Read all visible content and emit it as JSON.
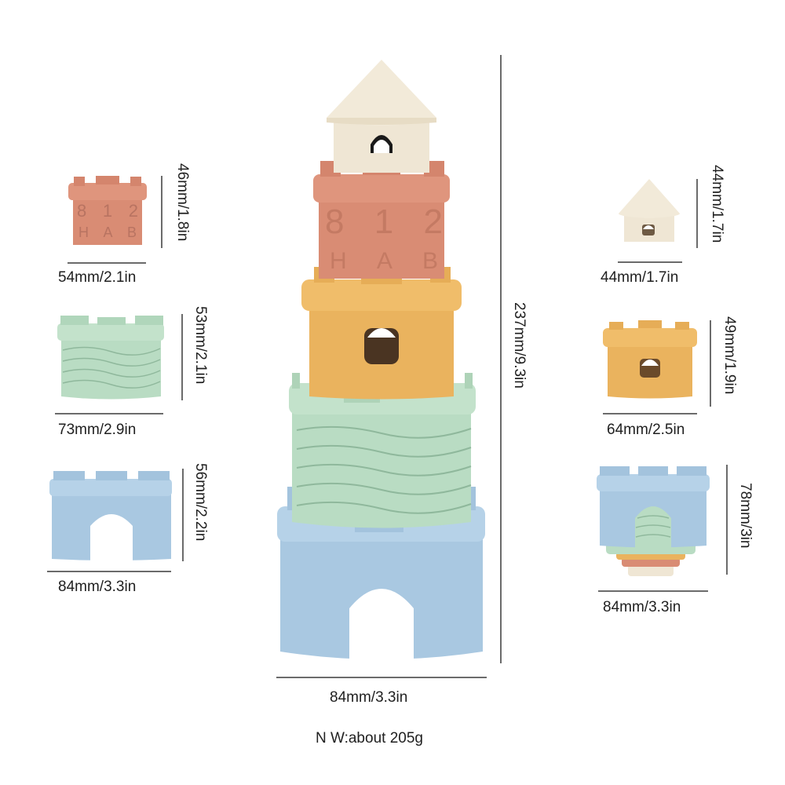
{
  "product": {
    "name": "Stacking castle tower toy",
    "net_weight": "N W:about 205g"
  },
  "colors": {
    "cream": "#efe6d4",
    "terracotta": "#d98c74",
    "mustard": "#eab35e",
    "mint": "#b9dcc3",
    "blue": "#a9c8e1",
    "line": "#6b6b6b",
    "background": "#ffffff"
  },
  "assembled_tower": {
    "height_label": "237mm/9.3in",
    "width_label": "84mm/3.3in",
    "pieces_top_to_bottom": [
      "cream roof",
      "terracotta tower",
      "mustard tower",
      "mint tower",
      "blue base"
    ],
    "embossed_numbers": [
      "8",
      "1",
      "2"
    ],
    "embossed_letters": [
      "H",
      "A",
      "B"
    ]
  },
  "left_pieces": [
    {
      "color": "terracotta",
      "height_label": "46mm/1.8in",
      "width_label": "54mm/2.1in",
      "numbers": [
        "8",
        "1",
        "2"
      ],
      "letters": [
        "H",
        "A",
        "B"
      ]
    },
    {
      "color": "mint",
      "height_label": "53mm/2.1in",
      "width_label": "73mm/2.9in"
    },
    {
      "color": "blue",
      "height_label": "56mm/2.2in",
      "width_label": "84mm/3.3in"
    }
  ],
  "right_pieces": [
    {
      "color": "cream",
      "height_label": "44mm/1.7in",
      "width_label": "44mm/1.7in"
    },
    {
      "color": "mustard",
      "height_label": "49mm/1.9in",
      "width_label": "64mm/2.5in"
    },
    {
      "color": "blue nested stack",
      "height_label": "78mm/3in",
      "width_label": "84mm/3.3in"
    }
  ]
}
